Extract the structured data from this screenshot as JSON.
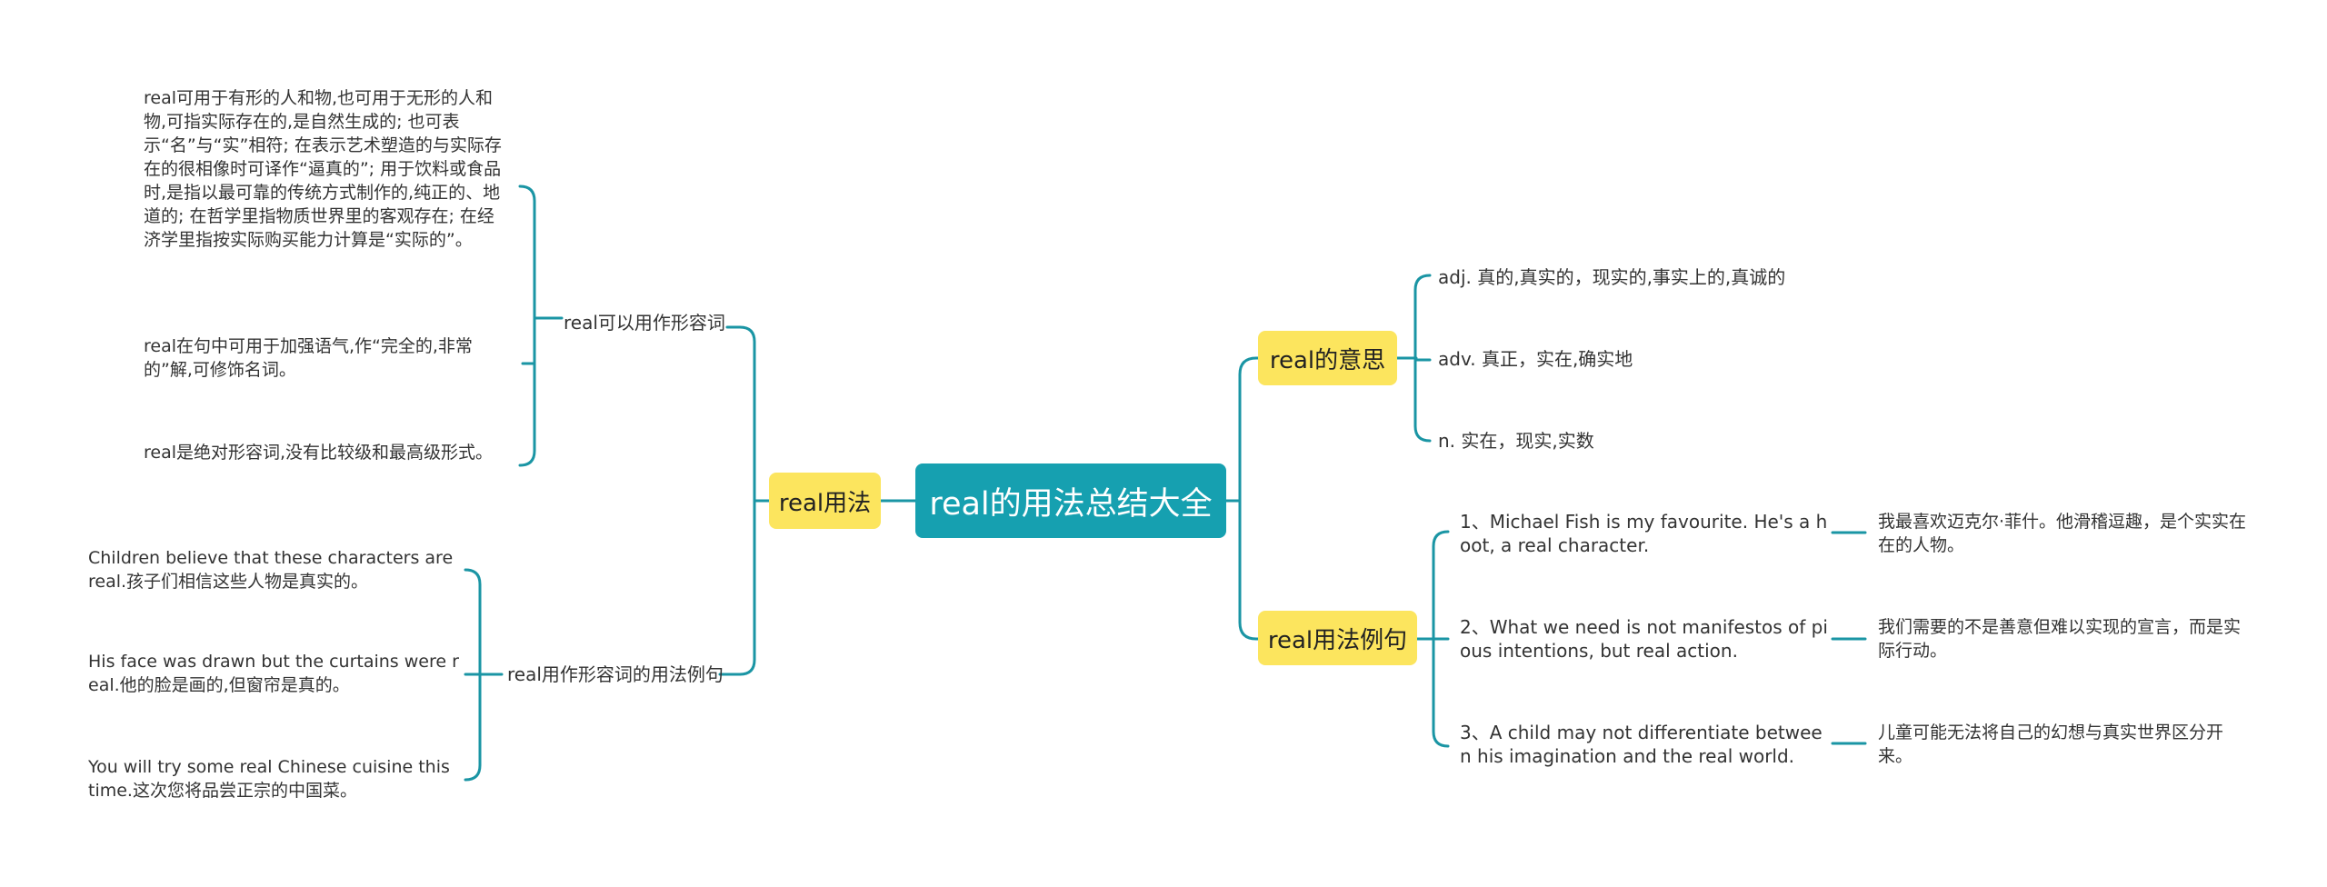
{
  "mindmap": {
    "root": "real的用法总结大全",
    "left": {
      "topic": "real用法",
      "groups": [
        {
          "label": "real可以用作形容词",
          "items": [
            "real可用于有形的人和物,也可用于无形的人和物,可指实际存在的,是自然生成的; 也可表示“名”与“实”相符; 在表示艺术塑造的与实际存在的很相像时可译作“逼真的”; 用于饮料或食品时,是指以最可靠的传统方式制作的,纯正的、地道的; 在哲学里指物质世界里的客观存在; 在经济学里指按实际购买能力计算是“实际的”。",
            "real在句中可用于加强语气,作“完全的,非常的”解,可修饰名词。",
            "real是绝对形容词,没有比较级和最高级形式。"
          ]
        },
        {
          "label": "real用作形容词的用法例句",
          "items": [
            "Children believe that these characters are real.孩子们相信这些人物是真实的。",
            "His face was drawn but the curtains were real.他的脸是画的,但窗帘是真的。",
            "You will try some real Chinese cuisine this time.这次您将品尝正宗的中国菜。"
          ]
        }
      ]
    },
    "right_meaning": {
      "topic": "real的意思",
      "items": [
        "adj. 真的,真实的，现实的,事实上的,真诚的",
        "adv. 真正，实在,确实地",
        "n. 实在，现实,实数"
      ]
    },
    "right_examples": {
      "topic": "real用法例句",
      "items": [
        {
          "en": "1、Michael Fish is my favourite. He's a hoot, a real character.",
          "zh": "我最喜欢迈克尔·菲什。他滑稽逗趣，是个实实在在的人物。"
        },
        {
          "en": "2、What we need is not manifestos of pious intentions, but real action.",
          "zh": "我们需要的不是善意但难以实现的宣言，而是实际行动。"
        },
        {
          "en": "3、A child may not differentiate between his imagination and the real world.",
          "zh": "儿童可能无法将自己的幻想与真实世界区分开来。"
        }
      ]
    },
    "colors": {
      "line": "#1a95a4",
      "root": "#16a0b0",
      "topic": "#fce55e",
      "text": "#333333"
    }
  }
}
